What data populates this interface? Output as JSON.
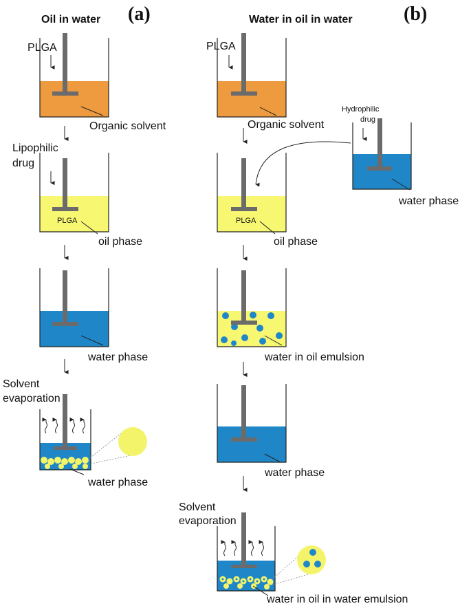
{
  "panel_a": {
    "title": "Oil in water",
    "label": "(a)",
    "plga": "PLGA",
    "organic_solvent": "Organic solvent",
    "lipophilic_1": "Lipophilic",
    "lipophilic_2": "drug",
    "plga_inner": "PLGA",
    "oil_phase": "oil phase",
    "water_phase_1": "water phase",
    "solvent_1": "Solvent",
    "solvent_2": "evaporation",
    "water_phase_2": "water phase"
  },
  "panel_b": {
    "title": "Water in oil in water",
    "label": "(b)",
    "plga": "PLGA",
    "organic_solvent": "Organic solvent",
    "hydrophilic_1": "Hydrophilic",
    "hydrophilic_2": "drug",
    "water_phase_side": "water phase",
    "plga_inner": "PLGA",
    "oil_phase": "oil phase",
    "w_o_emulsion": "water in oil emulsion",
    "water_phase": "water phase",
    "solvent_1": "Solvent",
    "solvent_2": "evaporation",
    "w_o_w_emulsion": "water in oil in water emulsion"
  },
  "colors": {
    "organic": "#ee9a3f",
    "oil": "#f7f772",
    "water": "#1f87c8",
    "stirrer": "#6b6b6b",
    "particle": "#f4f46a"
  }
}
